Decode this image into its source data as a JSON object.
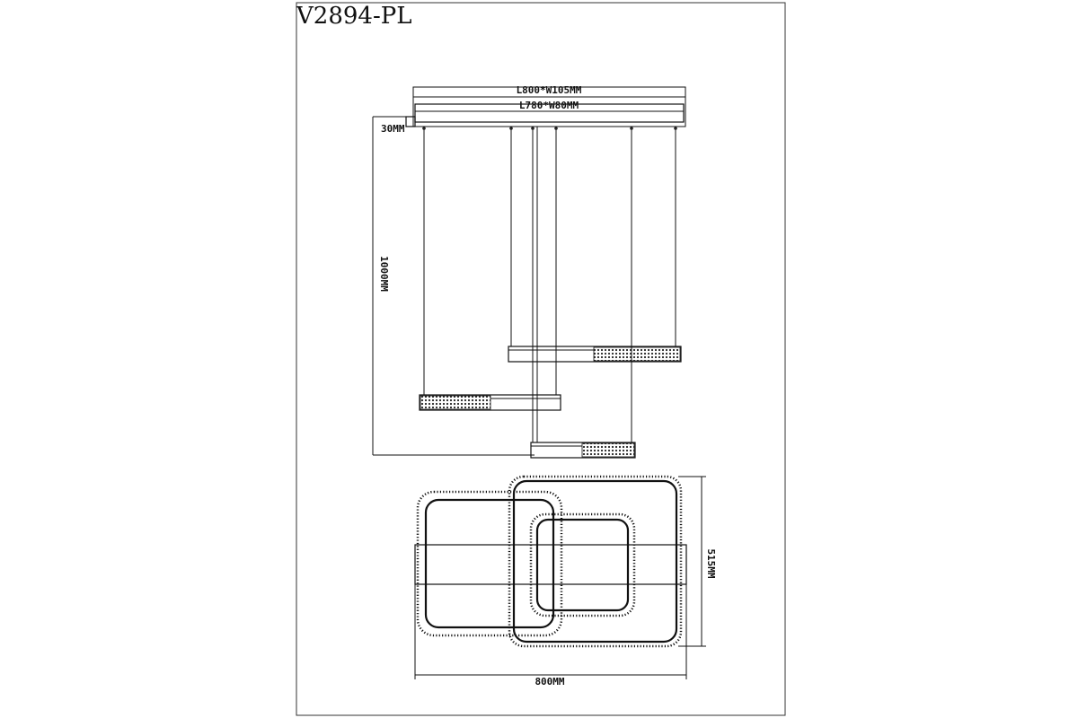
{
  "drawing": {
    "model": "V2894-PL",
    "canopy_outer": "L800*W105MM",
    "canopy_inner": "L780*W80MM",
    "canopy_height": "30MM",
    "total_height": "1000MM",
    "width_dimension": "800MM",
    "depth_dimension": "515MM"
  }
}
